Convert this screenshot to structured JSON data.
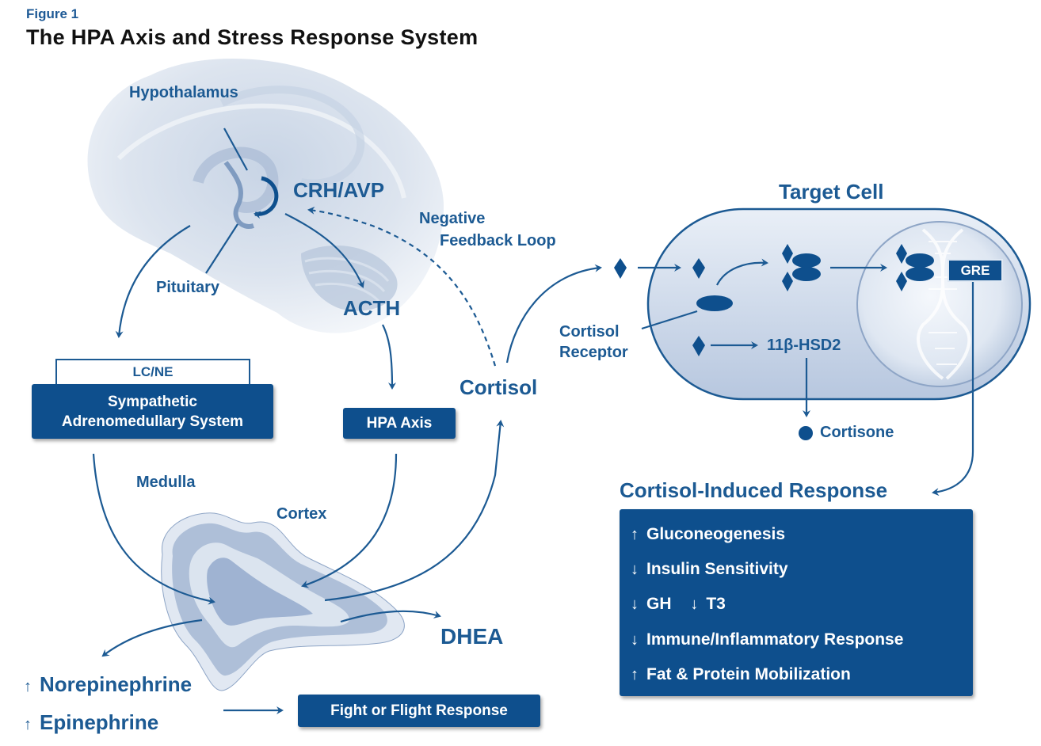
{
  "figure": {
    "label": "Figure 1",
    "title": "The HPA Axis and Stress Response System"
  },
  "brain": {
    "hypothalamus": "Hypothalamus",
    "crh_avp": "CRH/AVP",
    "pituitary": "Pituitary",
    "acth": "ACTH",
    "negative_feedback_line1": "Negative",
    "negative_feedback_line2": "Feedback Loop"
  },
  "sympathetic": {
    "lc_ne": "LC/NE",
    "line1": "Sympathetic",
    "line2": "Adrenomedullary System"
  },
  "hpa_axis": "HPA Axis",
  "cortisol": "Cortisol",
  "adrenal": {
    "medulla": "Medulla",
    "cortex": "Cortex",
    "dhea": "DHEA"
  },
  "outputs": {
    "norepinephrine": "Norepinephrine",
    "epinephrine": "Epinephrine",
    "fight_or_flight": "Fight or Flight Response"
  },
  "target_cell": {
    "title": "Target Cell",
    "receptor_line1": "Cortisol",
    "receptor_line2": "Receptor",
    "enzyme": "11β-HSD2",
    "cortisone": "Cortisone",
    "gre": "GRE"
  },
  "response": {
    "title": "Cortisol-Induced Response",
    "items": [
      {
        "arrow": "up",
        "label": "Gluconeogenesis"
      },
      {
        "arrow": "down",
        "label": "Insulin Sensitivity"
      },
      {
        "arrow": "down",
        "label": "GH"
      },
      {
        "arrow": "down",
        "label": "T3"
      },
      {
        "arrow": "down",
        "label": "Immune/Inflammatory Response"
      },
      {
        "arrow": "up",
        "label": "Fat & Protein Mobilization"
      }
    ]
  },
  "colors": {
    "primary": "#0e4f8d",
    "label": "#1c5a93",
    "brain_light": "#dfe6f0",
    "brain_mid": "#b7c6dc",
    "cell_fill": "#c9d6e9",
    "cell_light": "#e7edf6"
  },
  "icons": {
    "up_arrow": "up-arrow-icon",
    "down_arrow": "down-arrow-icon",
    "cortisol_molecule": "cortisol-diamond-icon",
    "receptor": "receptor-icon",
    "dna": "dna-helix-icon"
  }
}
